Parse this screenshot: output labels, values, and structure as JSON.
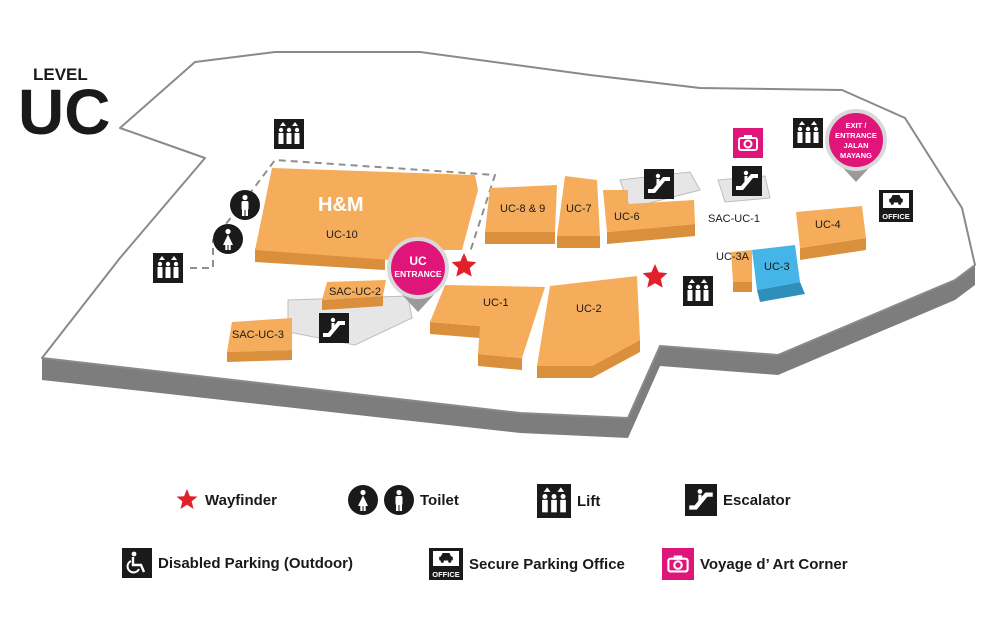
{
  "level": {
    "prefix": "LEVEL",
    "name": "UC"
  },
  "anchor_store": {
    "brand": "H&M",
    "unit": "UC-10"
  },
  "units": {
    "uc1": "UC-1",
    "uc2": "UC-2",
    "uc3": "UC-3",
    "uc3a": "UC-3A",
    "uc4": "UC-4",
    "uc6": "UC-6",
    "uc7": "UC-7",
    "uc89": "UC-8 & 9",
    "sac1": "SAC-UC-1",
    "sac2": "SAC-UC-2",
    "sac3": "SAC-UC-3"
  },
  "pins": {
    "uc_entrance": {
      "line1": "UC",
      "line2": "ENTRANCE"
    },
    "exit_entrance": {
      "line1": "EXIT /",
      "line2": "ENTRANCE",
      "line3": "JALAN",
      "line4": "MAYANG"
    }
  },
  "icon_text": {
    "office": "OFFICE"
  },
  "legend": {
    "wayfinder": "Wayfinder",
    "toilet": "Toilet",
    "lift": "Lift",
    "escalator": "Escalator",
    "disabled_parking": "Disabled Parking (Outdoor)",
    "secure_parking": "Secure Parking Office",
    "voyage": "Voyage d’ Art Corner"
  },
  "colors": {
    "unit_fill": "#f5ad5b",
    "unit_side": "#d98f3c",
    "highlight_unit": "#45b4e6",
    "pin": "#e0157a",
    "star": "#e2202b",
    "icon_bg": "#1a1a1a",
    "floor": "#ffffff",
    "floor_side": "#7d7d7d"
  },
  "icons": {
    "wayfinder": "star-icon",
    "toilet_female": "female-icon",
    "toilet_male": "male-icon",
    "lift": "lift-icon",
    "escalator": "escalator-icon",
    "disabled_parking": "wheelchair-icon",
    "secure_parking": "car-office-icon",
    "voyage": "camera-icon"
  }
}
